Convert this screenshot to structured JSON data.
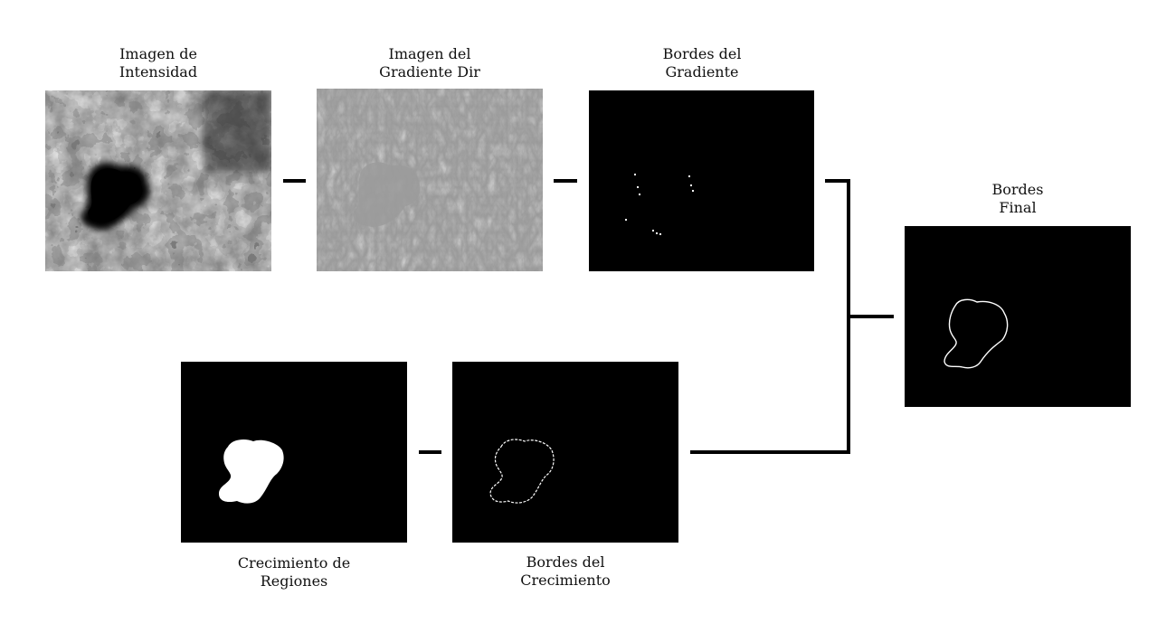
{
  "panels": {
    "intensity": {
      "caption_line1": "Imagen de",
      "caption_line2": "Intensidad"
    },
    "gradient_dir": {
      "caption_line1": "Imagen del",
      "caption_line2": "Gradiente Dir"
    },
    "gradient_edges": {
      "caption_line1": "Bordes del",
      "caption_line2": "Gradiente"
    },
    "final_edges": {
      "caption_line1": "Bordes",
      "caption_line2": "Final"
    },
    "region_growing": {
      "caption_line1": "Crecimiento de",
      "caption_line2": "Regiones"
    },
    "growth_edges": {
      "caption_line1": "Bordes del",
      "caption_line2": "Crecimiento"
    }
  },
  "colors": {
    "panel_black": "#000000",
    "edge_white": "#ffffff",
    "connector": "#000000",
    "gradient_gray": "#9a9a9a"
  }
}
